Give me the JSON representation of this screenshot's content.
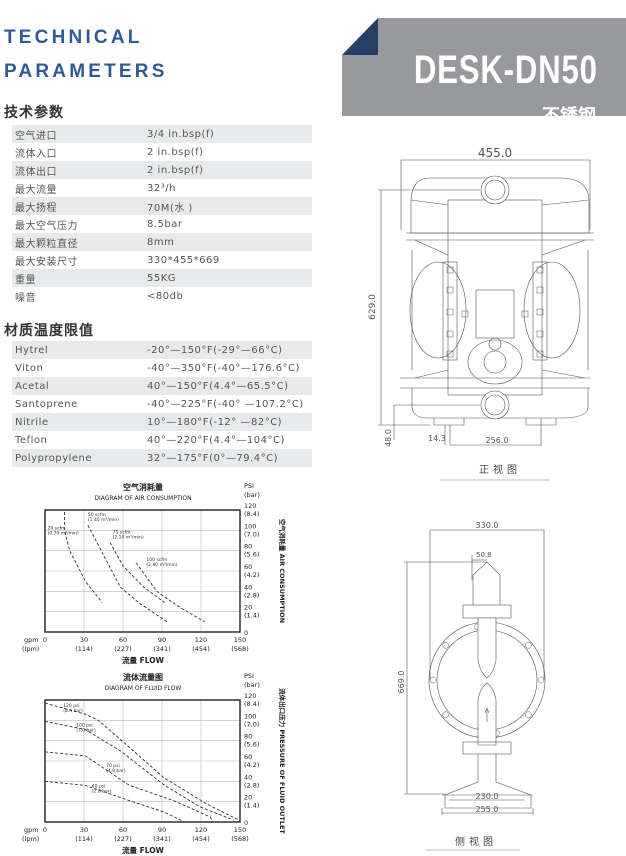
{
  "header": {
    "title_line1": "TECHNICAL",
    "title_line2": "PARAMETERS",
    "model": "DESK-DN50",
    "material": "不锈钢",
    "colors": {
      "title_blue": "#2f5a94",
      "banner_gray": "#97999c",
      "banner_navy": "#253f66"
    }
  },
  "tech_params": {
    "heading": "技术参数",
    "rows": [
      {
        "label": "空气进口",
        "value": "3/4 in.bsp(f)"
      },
      {
        "label": "流体入口",
        "value": "2 in.bsp(f)"
      },
      {
        "label": "流体出口",
        "value": "2 in.bsp(f)"
      },
      {
        "label": "最大流量",
        "value": "32³/h"
      },
      {
        "label": "最大扬程",
        "value": "70M(水 )"
      },
      {
        "label": "最大空气压力",
        "value": "8.5bar"
      },
      {
        "label": "最大颗粒直径",
        "value": "8mm"
      },
      {
        "label": "最大安装尺寸",
        "value": "330*455*669"
      },
      {
        "label": "重量",
        "value": "55KG"
      },
      {
        "label": "噪音",
        "value": "<80db"
      }
    ]
  },
  "temp_limits": {
    "heading": "材质温度限值",
    "rows": [
      {
        "label": "Hytrel",
        "value": "-20°—150°F(-29°—66°C)"
      },
      {
        "label": "Viton",
        "value": "-40°—350°F(-40°—176.6°C)"
      },
      {
        "label": "Acetal",
        "value": "40°—150°F(4.4°—65.5°C)"
      },
      {
        "label": "Santoprene",
        "value": "-40°—225°F(-40° —107.2°C)"
      },
      {
        "label": "Nitrile",
        "value": "10°—180°F(-12° —82°C)"
      },
      {
        "label": "Teflon",
        "value": "40°—220°F(4.4°—104°C)"
      },
      {
        "label": "Polypropylene",
        "value": "32°—175°F(0°—79.4°C)"
      }
    ]
  },
  "drawings": {
    "front": {
      "caption": "正视图",
      "width": "455.0",
      "height": "629.0",
      "foot_height": "48.0",
      "offset": "14.3",
      "foot_span": "256.0"
    },
    "side": {
      "caption": "侧视图",
      "width": "330.0",
      "port": "50.8",
      "height": "669.0",
      "base_inner": "230.0",
      "base_outer": "255.0"
    }
  },
  "chart_data": [
    {
      "type": "line",
      "title": "空气消耗量",
      "subtitle": "DIAGRAM OF AIR CONSUMPTION",
      "xlabel": "流量 FLOW",
      "ylabel": "空气消耗量 AIR CONSUMPTION",
      "x_unit": "gpm\n(lpm)",
      "x_unit_1": "gpm",
      "x_unit_2": "(lpm)",
      "y_unit_1": "PSI",
      "y_unit_2": "(bar)",
      "xlim": [
        0,
        150
      ],
      "ylim": [
        0,
        120
      ],
      "grid": true,
      "x_ticks": [
        {
          "v": 0,
          "l1": "0",
          "l2": ""
        },
        {
          "v": 30,
          "l1": "30",
          "l2": "(114)"
        },
        {
          "v": 60,
          "l1": "60",
          "l2": "(227)"
        },
        {
          "v": 90,
          "l1": "90",
          "l2": "(341)"
        },
        {
          "v": 120,
          "l1": "120",
          "l2": "(454)"
        },
        {
          "v": 150,
          "l1": "150",
          "l2": "(568)"
        }
      ],
      "y_ticks": [
        {
          "v": 0,
          "l1": "0",
          "l2": ""
        },
        {
          "v": 20,
          "l1": "20",
          "l2": "(1.4)"
        },
        {
          "v": 40,
          "l1": "40",
          "l2": "(2.8)"
        },
        {
          "v": 60,
          "l1": "60",
          "l2": "(4.2)"
        },
        {
          "v": 80,
          "l1": "80",
          "l2": "(5.6)"
        },
        {
          "v": 100,
          "l1": "100",
          "l2": "(7.0)"
        },
        {
          "v": 120,
          "l1": "120",
          "l2": "(8.4)"
        }
      ],
      "series": [
        {
          "name": "20 scfm",
          "sub": "(0.70 m³/min)",
          "label_at": [
            2,
            101
          ],
          "points": [
            [
              15,
              118
            ],
            [
              15,
              100
            ],
            [
              19,
              80
            ],
            [
              31,
              50
            ],
            [
              44,
              29
            ]
          ]
        },
        {
          "name": "50 scfm",
          "sub": "(1.40 m³/min)",
          "label_at": [
            33,
            114
          ],
          "points": [
            [
              33,
              105
            ],
            [
              42,
              83
            ],
            [
              58,
              44
            ],
            [
              73,
              28
            ],
            [
              94,
              10
            ]
          ]
        },
        {
          "name": "75 scfm",
          "sub": "(2.10 m³/min)",
          "label_at": [
            52,
            97
          ],
          "points": [
            [
              50,
              88
            ],
            [
              60,
              65
            ],
            [
              76,
              44
            ],
            [
              92,
              29
            ]
          ]
        },
        {
          "name": "100 scfm",
          "sub": "(2.80 m³/min)",
          "label_at": [
            78,
            70
          ],
          "points": [
            [
              70,
              68
            ],
            [
              86,
              40
            ],
            [
              104,
              24
            ],
            [
              123,
              10
            ]
          ]
        }
      ]
    },
    {
      "type": "line",
      "title": "流体流量图",
      "subtitle": "DIAGRAM OF FLUID FLOW",
      "xlabel": "流量 FLOW",
      "ylabel": "流体出口压力 PRESSURE OF FLUID OUTLET",
      "x_unit_1": "gpm",
      "x_unit_2": "(lpm)",
      "y_unit_1": "PSI",
      "y_unit_2": "(bar)",
      "xlim": [
        0,
        150
      ],
      "ylim": [
        0,
        120
      ],
      "grid": true,
      "x_ticks": [
        {
          "v": 0,
          "l1": "0",
          "l2": ""
        },
        {
          "v": 30,
          "l1": "30",
          "l2": "(114)"
        },
        {
          "v": 60,
          "l1": "60",
          "l2": "(227)"
        },
        {
          "v": 90,
          "l1": "90",
          "l2": "(341)"
        },
        {
          "v": 120,
          "l1": "120",
          "l2": "(454)"
        },
        {
          "v": 150,
          "l1": "150",
          "l2": "(568)"
        }
      ],
      "y_ticks": [
        {
          "v": 0,
          "l1": "0",
          "l2": ""
        },
        {
          "v": 20,
          "l1": "20",
          "l2": "(1.4)"
        },
        {
          "v": 40,
          "l1": "40",
          "l2": "(2.8)"
        },
        {
          "v": 60,
          "l1": "60",
          "l2": "(4.2)"
        },
        {
          "v": 80,
          "l1": "80",
          "l2": "(5.6)"
        },
        {
          "v": 100,
          "l1": "100",
          "l2": "(7.0)"
        },
        {
          "v": 120,
          "l1": "120",
          "l2": "(8.4)"
        }
      ],
      "series": [
        {
          "name": "120 psi",
          "sub": "(8.4 bar)",
          "label_at": [
            14,
            113
          ],
          "points": [
            [
              0,
              117
            ],
            [
              31,
              106
            ],
            [
              41,
              100
            ],
            [
              60,
              79
            ],
            [
              91,
              44
            ],
            [
              124,
              18
            ],
            [
              149,
              2
            ]
          ]
        },
        {
          "name": "100 psi",
          "sub": "(7.0 bar)",
          "label_at": [
            24,
            94
          ],
          "points": [
            [
              0,
              99
            ],
            [
              31,
              91
            ],
            [
              58,
              70
            ],
            [
              91,
              37
            ],
            [
              119,
              15
            ],
            [
              145,
              2
            ]
          ]
        },
        {
          "name": "70 psi",
          "sub": "(4.9 bar)",
          "label_at": [
            47,
            54
          ],
          "points": [
            [
              0,
              69
            ],
            [
              31,
              65
            ],
            [
              65,
              36
            ],
            [
              99,
              21
            ],
            [
              127,
              5
            ],
            [
              129,
              1
            ]
          ]
        },
        {
          "name": "40 psi",
          "sub": "(2.8 bar)",
          "label_at": [
            36,
            34
          ],
          "points": [
            [
              0,
              40
            ],
            [
              31,
              36
            ],
            [
              65,
              21
            ],
            [
              91,
              10
            ],
            [
              106,
              1
            ]
          ]
        }
      ]
    }
  ]
}
